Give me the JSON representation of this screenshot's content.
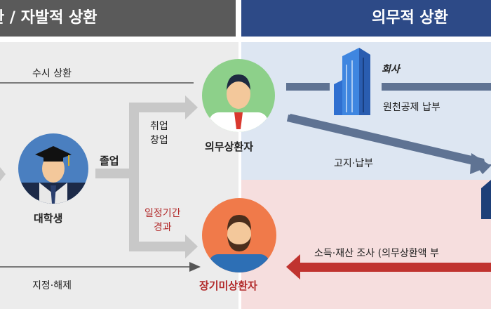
{
  "header": {
    "left_title": "환 / 자발적 상환",
    "right_title": "의무적 상환"
  },
  "flow": {
    "occasional_repay": "수시 상환",
    "graduation": "졸업",
    "employment_line1": "취업",
    "employment_line2": "창업",
    "period_line1": "일정기간",
    "period_line2": "경과",
    "designation": "지정·해제"
  },
  "nodes": {
    "student": "대학생",
    "obligated": "의무상환자",
    "long_term": "장기미상환자"
  },
  "company": {
    "name": "회사",
    "withholding": "원천공제 납부"
  },
  "right": {
    "notify_pay": "고지·납부",
    "income_survey": "소득·재산 조사 (의무상환액 부"
  },
  "colors": {
    "left_header": "#5a5a5a",
    "right_header": "#2d4a87",
    "blue_zone": "#dde6f2",
    "red_zone": "#f6dede",
    "arrow_gray": "#c8c8c8",
    "arrow_blue": "#5f7393",
    "arrow_red": "#c0332f",
    "circle_green": "#8dd08a",
    "circle_orange": "#f07a4a",
    "circle_blue": "#4a7fc0"
  }
}
